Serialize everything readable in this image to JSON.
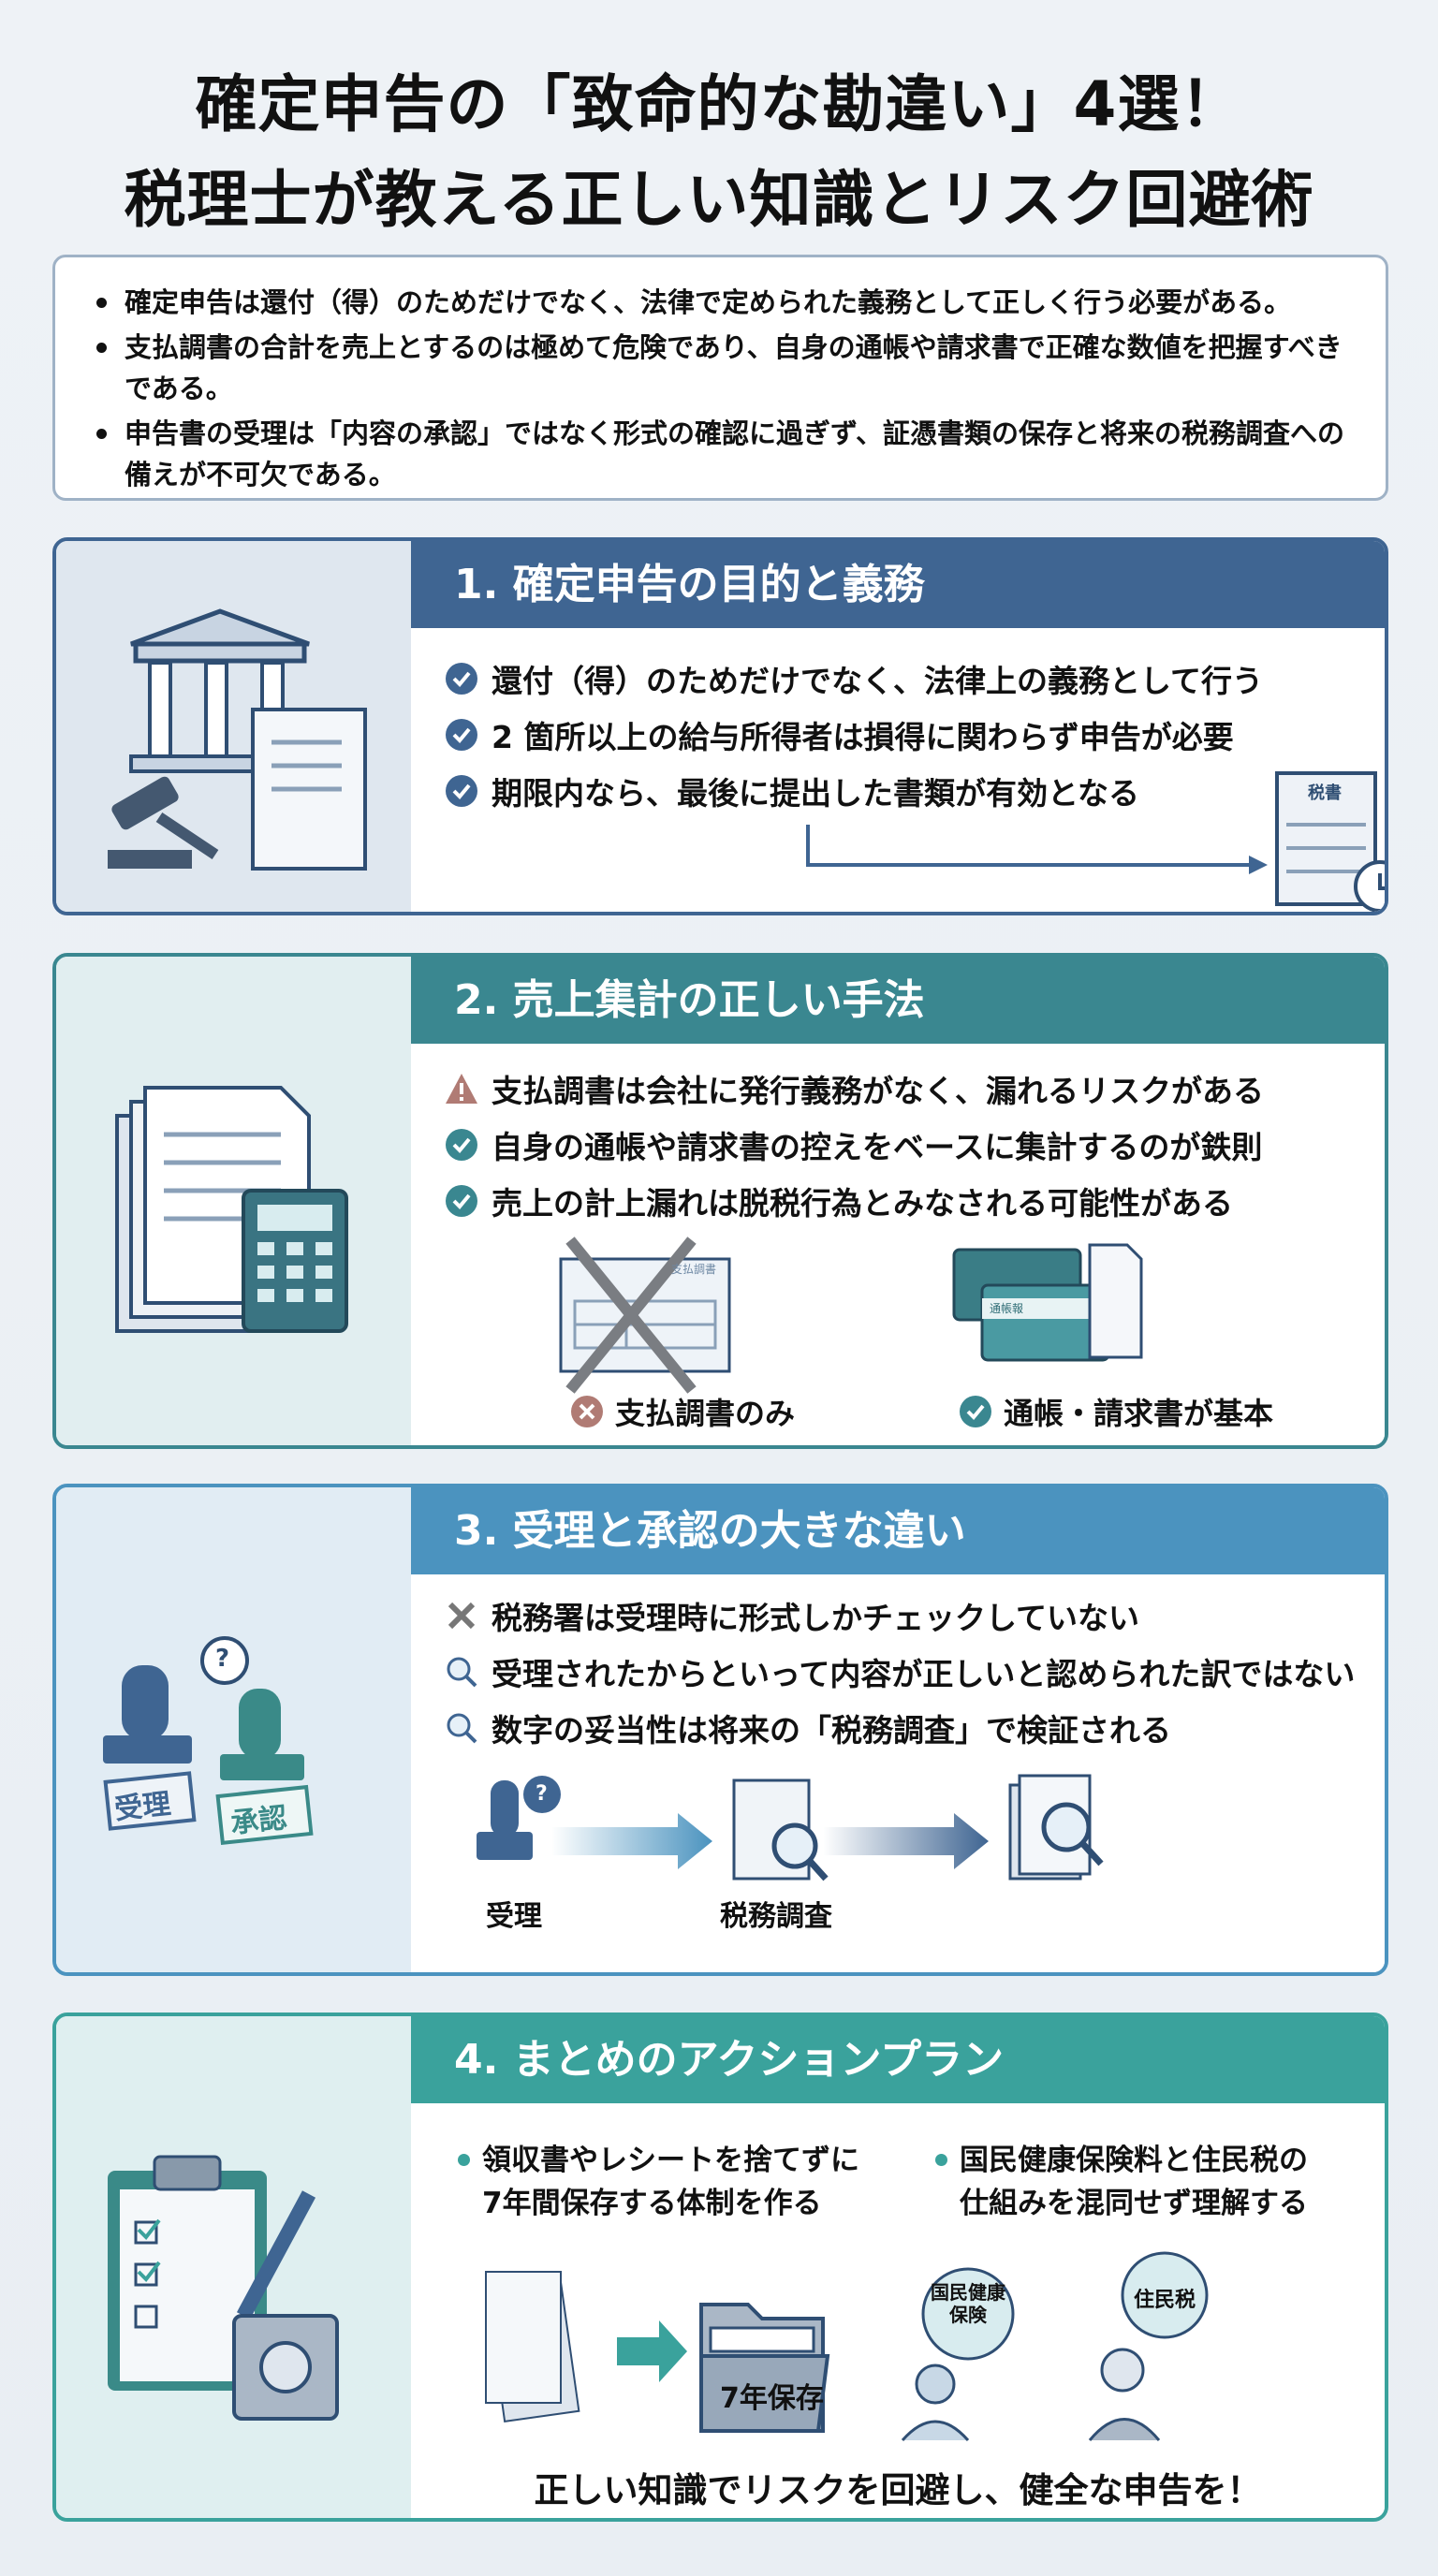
{
  "title": {
    "line1": "確定申告の「致命的な勘違い」4選！",
    "line2": "税理士が教える正しい知識とリスク回避術"
  },
  "summary": [
    "確定申告は還付（得）のためだけでなく、法律で定められた義務として正しく行う必要がある。",
    "支払調書の合計を売上とするのは極めて危険であり、自身の通帳や請求書で正確な数値を把握すべきである。",
    "申告書の受理は「内容の承認」ではなく形式の確認に過ぎず、証憑書類の保存と将来の税務調査への備えが不可欠である。"
  ],
  "colors": {
    "sec1": "#3f6592",
    "sec2": "#3a8790",
    "sec3": "#4b93bf",
    "sec4": "#3aa29c",
    "warn": "#b07b74"
  },
  "sections": [
    {
      "title": "1.  確定申告の目的と義務",
      "items": [
        {
          "icon": "check-circle-icon",
          "text": "還付（得）のためだけでなく、法律上の義務として行う"
        },
        {
          "icon": "check-circle-icon",
          "text": "2 箇所以上の給与所得者は損得に関わらず申告が必要"
        },
        {
          "icon": "check-circle-icon",
          "text": "期限内なら、最後に提出した書類が有効となる"
        }
      ],
      "doc_label": "税書"
    },
    {
      "title": "2.  売上集計の正しい手法",
      "items": [
        {
          "icon": "warning-icon",
          "text": "支払調書は会社に発行義務がなく、漏れるリスクがある"
        },
        {
          "icon": "check-circle-icon",
          "text": "自身の通帳や請求書の控えをベースに集計するのが鉄則"
        },
        {
          "icon": "check-circle-icon",
          "text": "売上の計上漏れは脱税行為とみなされる可能性がある"
        }
      ],
      "bad_label": "支払調書のみ",
      "good_label": "通帳・請求書が基本",
      "doc_label": "支払調書",
      "bank_label": "通帳報"
    },
    {
      "title": "3. 受理と承認の大きな違い",
      "items": [
        {
          "icon": "x-icon",
          "text": "税務署は受理時に形式しかチェックしていない"
        },
        {
          "icon": "magnifier-icon",
          "text": "受理されたからといって内容が正しいと認められた訳ではない"
        },
        {
          "icon": "magnifier-icon",
          "text": "数字の妥当性は将来の「税務調査」で検証される"
        }
      ],
      "stamp1": "受理",
      "stamp2": "承認",
      "flow1": "受理",
      "flow2": "税務調査"
    },
    {
      "title": "4. まとめのアクションプラン",
      "points": [
        "領収書やレシートを捨てずに\n7年間保存する体制を作る",
        "国民健康保険料と住民税の\n仕組みを混同せず理解する"
      ],
      "folder_label": "7年保存",
      "bubble1": "国民健康\n保険",
      "bubble2": "住民税",
      "conclusion": "正しい知識でリスクを回避し、健全な申告を！"
    }
  ]
}
